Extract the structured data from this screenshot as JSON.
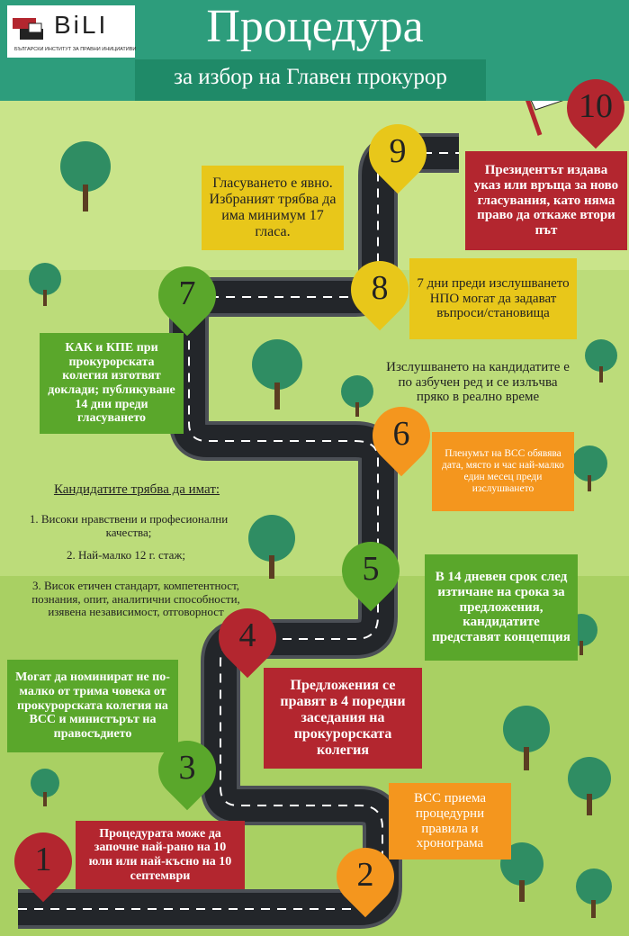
{
  "header": {
    "logo": "BiLI",
    "logo_subtitle": "БЪЛГАРСКИ ИНСТИТУТ ЗА ПРАВНИ ИНИЦИАТИВИ",
    "title": "Процедура",
    "subtitle": "за избор на Главен прокурор"
  },
  "colors": {
    "yellow": "#e8c71a",
    "red": "#b3262f",
    "green": "#5aa72b",
    "orange": "#f4961e",
    "teal": "#2d9d7c"
  },
  "steps": {
    "s1": {
      "num": "1",
      "text": "Процедурата може да започне най-рано на 10 юли или най-късно на 10 септември"
    },
    "s2": {
      "num": "2",
      "text": "ВСС приема процедурни правила и хронограма"
    },
    "s3": {
      "num": "3",
      "text": "Могат да номинират не по-малко от трима човека от прокурорската колегия на ВСС и министърът на правосъдието"
    },
    "s4": {
      "num": "4",
      "text": "Предложения се правят в 4 поредни заседания на прокурорската колегия"
    },
    "s5": {
      "num": "5",
      "text": "В 14 дневен срок след изтичане на срока за предложения, кандидатите представят концепция"
    },
    "s6": {
      "num": "6",
      "text": "Пленумът на ВСС обявява дата, място и час най-малко един месец преди изслушването"
    },
    "s7": {
      "num": "7",
      "text": "КАК и КПЕ при прокурорската колегия изготвят доклади; публикуване 14 дни преди гласуването"
    },
    "s8": {
      "num": "8",
      "text": "7 дни преди изслушването НПО могат да задават въпроси/становища"
    },
    "s8b": {
      "text": "Изслушването на кандидатите е по азбучен ред и се излъчва пряко в реално време"
    },
    "s9": {
      "num": "9",
      "text": "Гласуването е явно. Избраният трябва да има минимум 17 гласа."
    },
    "s9b": {
      "text": "Президентът издава указ или връща за ново гласувания, като няма право да откаже втори път"
    },
    "s10": {
      "num": "10"
    }
  },
  "requirements": {
    "heading": "Кандидатите трябва да имат:",
    "items": [
      "1. Високи нравствени и професионални качества;",
      "2. Най-малко 12 г. стаж;",
      "3. Висок етичен стандарт, компетентност, познания, опит, аналитични способности, изявена независимост, отговорност"
    ]
  }
}
